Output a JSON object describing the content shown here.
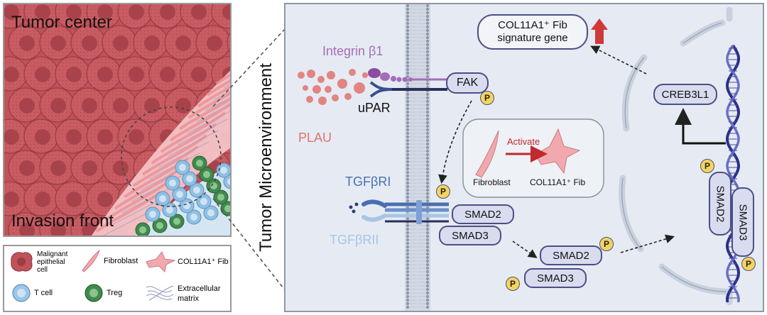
{
  "left_panel": {
    "tumor_center": "Tumor center",
    "invasion_front": "Invasion front"
  },
  "legend": {
    "malignant": [
      "Malignant",
      "epithelial",
      "cell"
    ],
    "fibroblast": "Fibroblast",
    "col11a1_fib": "COL11A1⁺ Fib",
    "t_cell": "T cell",
    "treg": "Treg",
    "ecm": [
      "Extracellular",
      "matrix"
    ]
  },
  "side_label": "Tumor Microenvironment",
  "membrane": {
    "integrin": "Integrin β1",
    "upar": "uPAR",
    "plau": "PLAU",
    "tgfbri": "TGFβRI",
    "tgfbrii": "TGFβRII"
  },
  "nodes": {
    "fak": "FAK",
    "smad2": "SMAD2",
    "smad3": "SMAD3",
    "creb3l1": "CREB3L1",
    "signature": [
      "COL11A1⁺ Fib",
      "signature gene"
    ],
    "p": "P"
  },
  "activation_box": {
    "fibroblast": "Fibroblast",
    "activate": "Activate",
    "col11a1_fib": "COL11A1⁺ Fib"
  },
  "colors": {
    "malignant": "#c8575e",
    "tcell": "#7fb3d8",
    "treg": "#3f8a4c",
    "fibro": "#f2a9ad",
    "cell_bg": "#e6ebf3",
    "node_fill": "#d9dcef",
    "node_stroke": "#4a4f86",
    "phospho": "#f4d45c",
    "arrow_red": "#d0393a",
    "integrin_purple": "#a56db6",
    "plau_red": "#e0726f",
    "tgfbr_blue": "#4a6fb0",
    "tgfbrii_light": "#a7c5e5",
    "dna": "#2b2f8a"
  }
}
